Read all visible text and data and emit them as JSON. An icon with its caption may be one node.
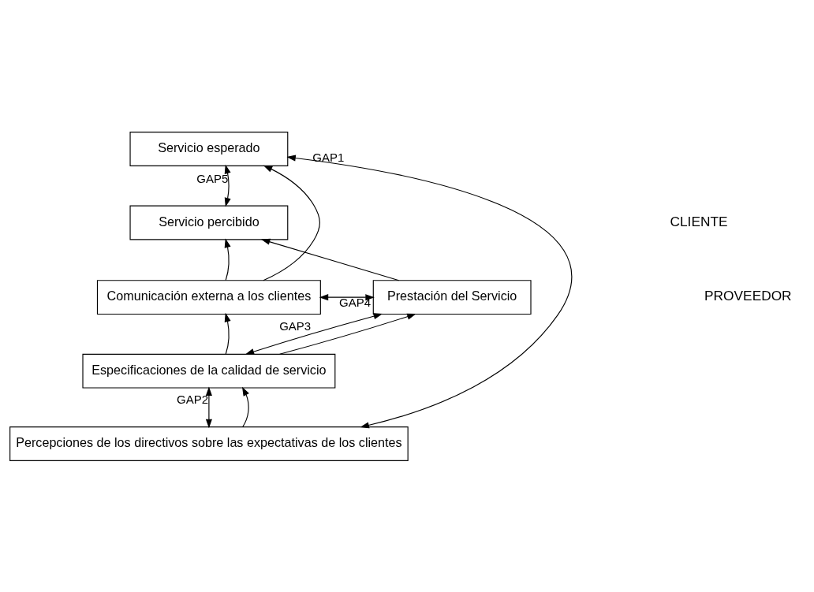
{
  "diagram": {
    "nodes": [
      {
        "text": [
          "Servicio esperado"
        ]
      },
      {
        "text": [
          "Servicio percibido"
        ]
      },
      {
        "text": [
          "Prestación del Servicio"
        ]
      },
      {
        "text": [
          "Comunicación externa a los clientes"
        ]
      },
      {
        "text": [
          "Especificaciones de la calidad de servicio"
        ]
      },
      {
        "text": [
          "Percepciones de los directivos sobre las expectativas de los clientes"
        ]
      }
    ],
    "edges": [
      {
        "from": 1,
        "to": 0,
        "arrow": "both",
        "label": "GAP5"
      },
      {
        "from": 2,
        "to": 1,
        "arrow": "to"
      },
      {
        "from": 2,
        "to": 3,
        "arrow": "both",
        "label": "GAP4"
      },
      {
        "from": 3,
        "to": 0,
        "arrow": "to"
      },
      {
        "from": 3,
        "to": 1,
        "arrow": "to"
      },
      {
        "from": 4,
        "to": 2,
        "arrow": "both",
        "label": "GAP3"
      },
      {
        "from": 4,
        "to": 2,
        "arrow": "to"
      },
      {
        "from": 4,
        "to": 3,
        "arrow": "to"
      },
      {
        "from": 5,
        "to": 4,
        "arrow": "both",
        "label": "GAP2"
      },
      {
        "from": 5,
        "to": 4,
        "arrow": "to"
      },
      {
        "from": 5,
        "to": 0,
        "arrow": "both",
        "label": "GAP1"
      }
    ],
    "labels": [
      "CLIENTE",
      "PROVEEDOR"
    ]
  }
}
